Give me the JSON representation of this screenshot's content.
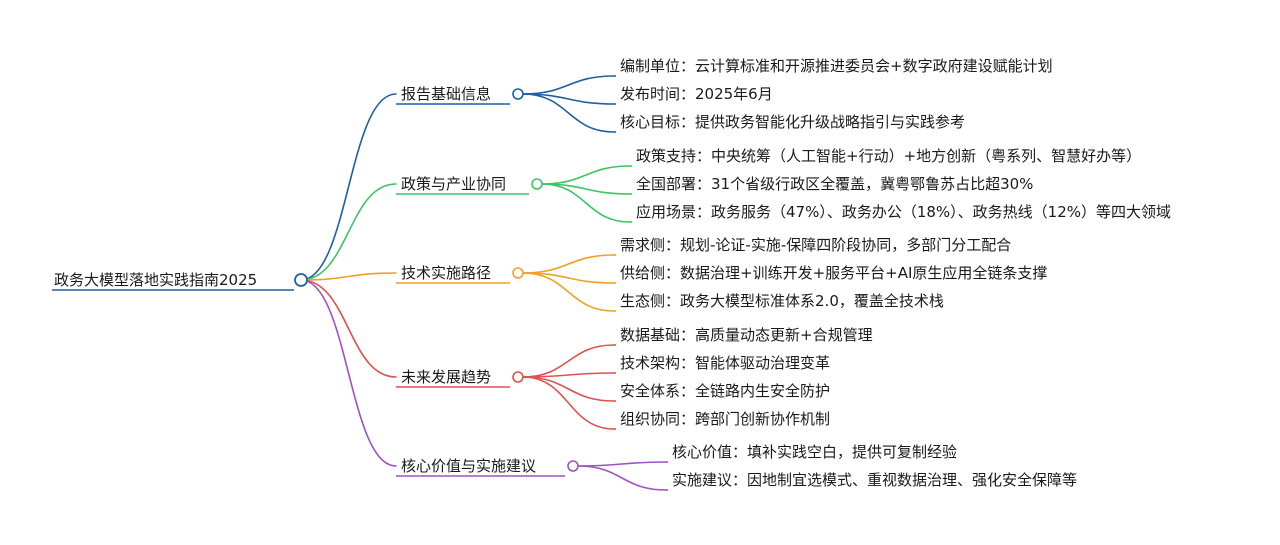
{
  "root": {
    "label": "政务大模型落地实践指南2025",
    "color": "#1f5fa8"
  },
  "branches": [
    {
      "label": "报告基础信息",
      "color": "#1f5fa8",
      "children": [
        "编制单位：云计算标准和开源推进委员会+数字政府建设赋能计划",
        "发布时间：2025年6月",
        "核心目标：提供政务智能化升级战略指引与实践参考"
      ]
    },
    {
      "label": "政策与产业协同",
      "color": "#3cc463",
      "children": [
        "政策支持：中央统筹（人工智能+行动）+地方创新（粤系列、智慧好办等）",
        "全国部署：31个省级行政区全覆盖，冀粤鄂鲁苏占比超30%",
        "应用场景：政务服务（47%）、政务办公（18%）、政务热线（12%）等四大领域"
      ]
    },
    {
      "label": "技术实施路径",
      "color": "#f0a020",
      "children": [
        "需求侧：规划-论证-实施-保障四阶段协同，多部门分工配合",
        "供给侧：数据治理+训练开发+服务平台+AI原生应用全链条支撑",
        "生态侧：政务大模型标准体系2.0，覆盖全技术栈"
      ]
    },
    {
      "label": "未来发展趋势",
      "color": "#e05050",
      "children": [
        "数据基础：高质量动态更新+合规管理",
        "技术架构：智能体驱动治理变革",
        "安全体系：全链路内生安全防护",
        "组织协同：跨部门创新协作机制"
      ]
    },
    {
      "label": "核心价值与实施建议",
      "color": "#a050c8",
      "children": [
        "核心价值：填补实践空白，提供可复制经验",
        "实施建议：因地制宜选模式、重视数据治理、强化安全保障等"
      ]
    }
  ]
}
